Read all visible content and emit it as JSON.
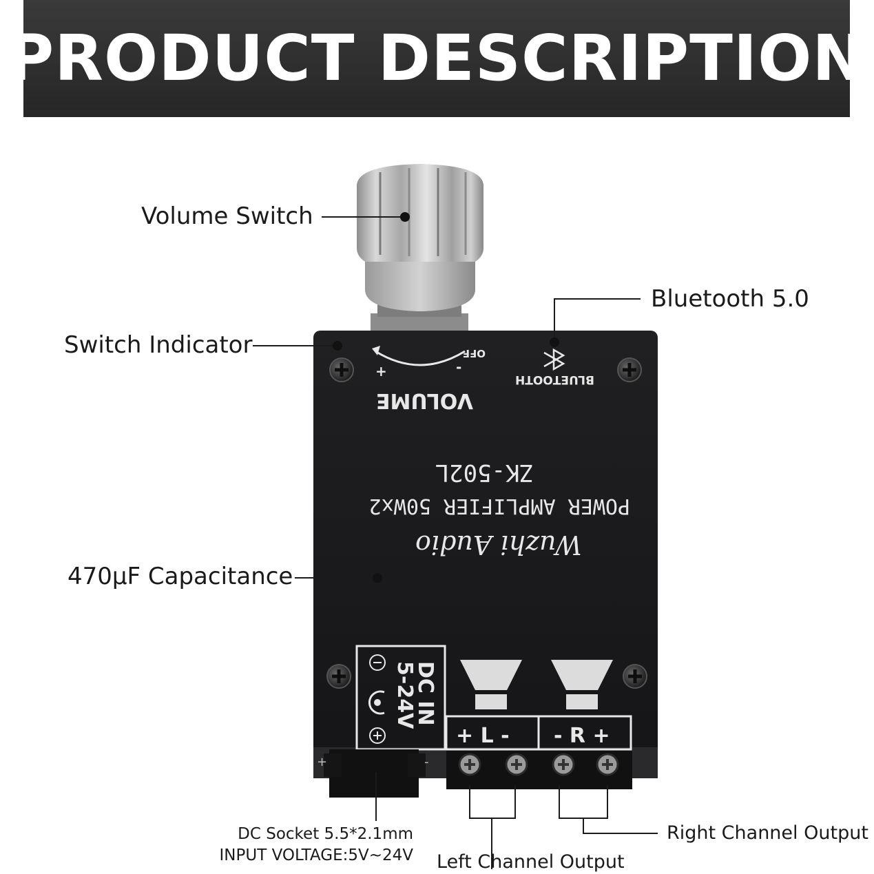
{
  "banner": {
    "title": "PRODUCT DESCRIPTION"
  },
  "callouts": {
    "volume_switch": "Volume Switch",
    "bluetooth": "Bluetooth 5.0",
    "switch_indicator": "Switch Indicator",
    "capacitance": "470µF Capacitance",
    "dc_socket_line1": "DC Socket 5.5*2.1mm",
    "dc_socket_line2": "INPUT  VOLTAGE:5V~24V",
    "left_output": "Left Channel Output",
    "right_output": "Right Channel Output"
  },
  "board": {
    "volume_label": "VOLUME",
    "off_label": "OFF",
    "plus": "+",
    "minus": "-",
    "bluetooth_label": "BLUETOOTH",
    "model": "ZK-502L",
    "power_text": "POWER AMPLIFIER 50Wx2",
    "brand_script": "Wuzhi Audio",
    "dc_in_line1": "DC IN",
    "dc_in_line2": "5-24V",
    "left_terminal": "+ L -",
    "right_terminal": "- R +"
  },
  "colors": {
    "banner_bg": "#2e2e2e",
    "board": "#1c1c1e",
    "silk": "#e8e8e8",
    "knob": "#b9b9b9"
  }
}
